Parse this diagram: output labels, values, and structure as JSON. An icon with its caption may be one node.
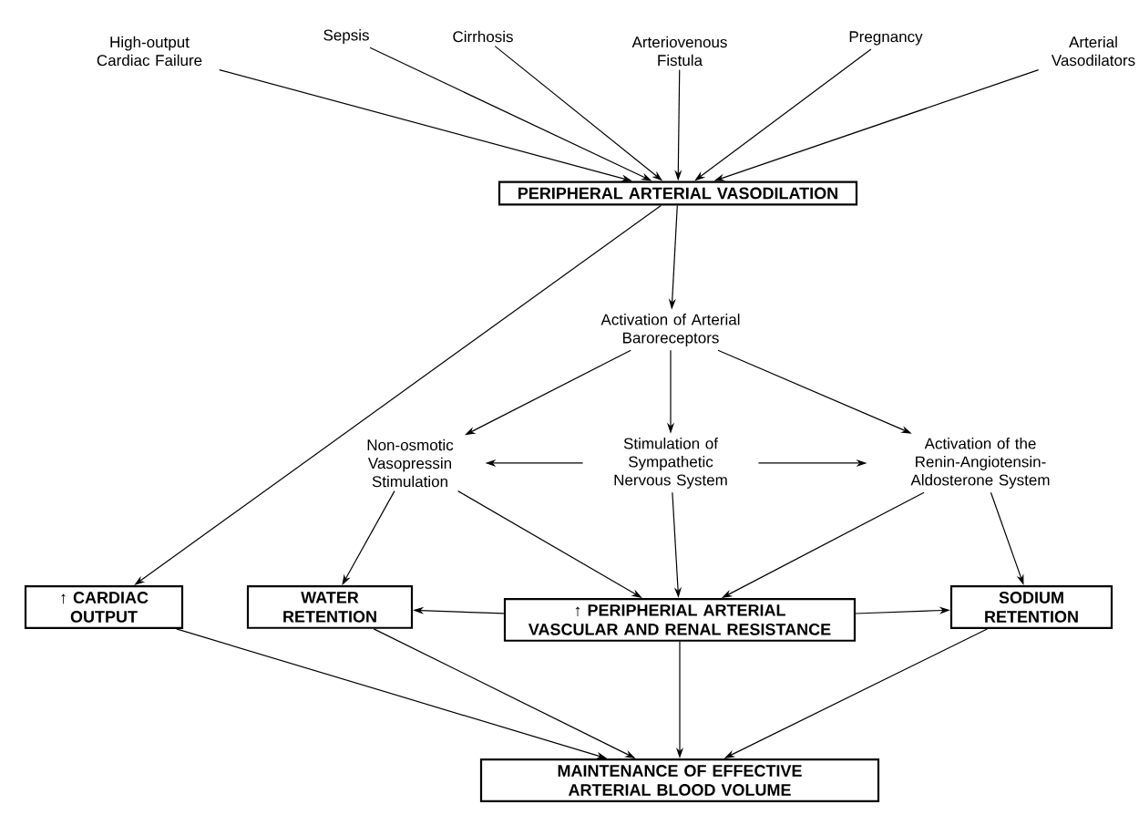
{
  "diagram": {
    "nodes": [
      {
        "text": [
          "High-output Cardiac Failure"
        ]
      },
      {
        "text": [
          "Sepsis"
        ]
      },
      {
        "text": [
          "Cirrhosis"
        ]
      },
      {
        "text": [
          "Arteriovenous Fistula"
        ]
      },
      {
        "text": [
          "Pregnancy"
        ]
      },
      {
        "text": [
          "Arterial Vasodilators"
        ]
      },
      {
        "text": [
          "PERIPHERAL ARTERIAL VASODILATION"
        ]
      },
      {
        "text": [
          "Activation of Arterial Baroreceptors"
        ]
      },
      {
        "text": [
          "Non-osmotic Vasopressin Stimulation"
        ]
      },
      {
        "text": [
          "Stimulation of Sympathetic Nervous System"
        ]
      },
      {
        "text": [
          "Activation of the Renin-Angiotensin-Aldosterone System"
        ]
      },
      {
        "text": [
          "↑ CARDIAC OUTPUT"
        ]
      },
      {
        "text": [
          "WATER RETENTION"
        ]
      },
      {
        "text": [
          "↑ PERIPHERIAL ARTERIAL VASCULAR AND RENAL RESISTANCE"
        ]
      },
      {
        "text": [
          "SODIUM RETENTION"
        ]
      },
      {
        "text": [
          "MAINTENANCE OF EFFECTIVE ARTERIAL BLOOD VOLUME"
        ]
      }
    ],
    "edges": [
      {
        "from": 0,
        "to": 6,
        "arrow": "to"
      },
      {
        "from": 1,
        "to": 6,
        "arrow": "to"
      },
      {
        "from": 2,
        "to": 6,
        "arrow": "to"
      },
      {
        "from": 3,
        "to": 6,
        "arrow": "to"
      },
      {
        "from": 4,
        "to": 6,
        "arrow": "to"
      },
      {
        "from": 5,
        "to": 6,
        "arrow": "to"
      },
      {
        "from": 6,
        "to": 11,
        "arrow": "to"
      },
      {
        "from": 6,
        "to": 7,
        "arrow": "to"
      },
      {
        "from": 7,
        "to": 8,
        "arrow": "to"
      },
      {
        "from": 7,
        "to": 9,
        "arrow": "to"
      },
      {
        "from": 7,
        "to": 10,
        "arrow": "to"
      },
      {
        "from": 9,
        "to": 8,
        "arrow": "to"
      },
      {
        "from": 9,
        "to": 10,
        "arrow": "to"
      },
      {
        "from": 8,
        "to": 12,
        "arrow": "to"
      },
      {
        "from": 8,
        "to": 13,
        "arrow": "to"
      },
      {
        "from": 9,
        "to": 13,
        "arrow": "to"
      },
      {
        "from": 10,
        "to": 13,
        "arrow": "to"
      },
      {
        "from": 10,
        "to": 14,
        "arrow": "to"
      },
      {
        "from": 13,
        "to": 12,
        "arrow": "to"
      },
      {
        "from": 13,
        "to": 14,
        "arrow": "to"
      },
      {
        "from": 11,
        "to": 15,
        "arrow": "to"
      },
      {
        "from": 12,
        "to": 15,
        "arrow": "to"
      },
      {
        "from": 13,
        "to": 15,
        "arrow": "to"
      },
      {
        "from": 14,
        "to": 15,
        "arrow": "to"
      }
    ]
  }
}
